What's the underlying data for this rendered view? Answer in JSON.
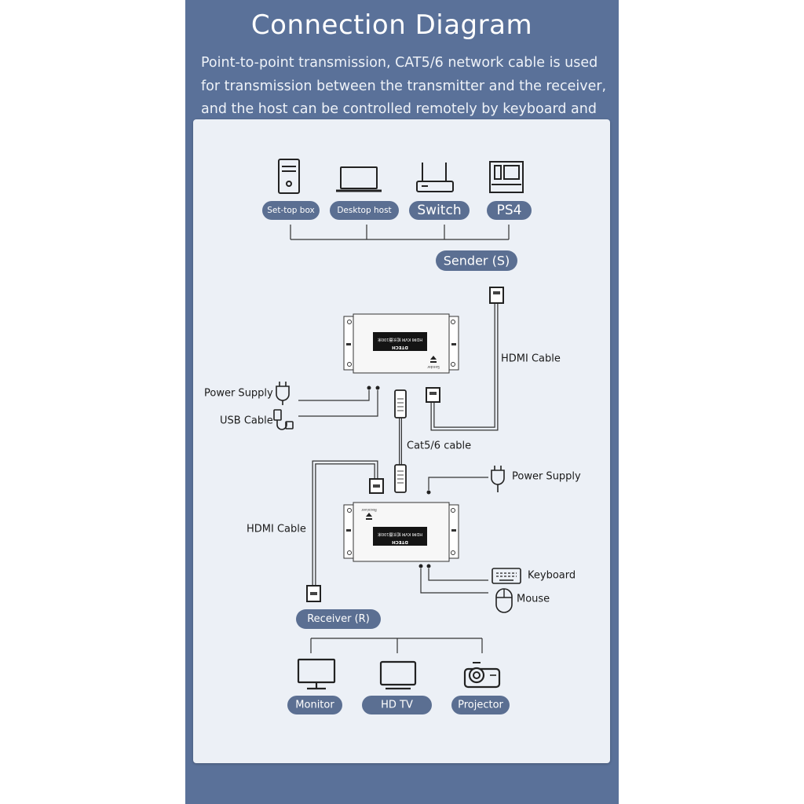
{
  "header": {
    "title": "Connection Diagram",
    "description": "Point-to-point transmission, CAT5/6 network cable is used for transmission between the transmitter and the receiver, and the host can be controlled remotely by keyboard and mouse"
  },
  "sources": [
    {
      "label": "Set-top box",
      "icon": "set-top-box-icon"
    },
    {
      "label": "Desktop host",
      "icon": "laptop-icon"
    },
    {
      "label": "Switch",
      "icon": "router-icon"
    },
    {
      "label": "PS4",
      "icon": "ps4-console-icon"
    }
  ],
  "sender_label": "Sender (S)",
  "receiver_label": "Receiver (R)",
  "device_screen_text": "HDMI KVM 延长器100米",
  "brand": "DTECH",
  "sender_unit_text": "Sender",
  "receiver_unit_text": "Receiver",
  "labels": {
    "hdmi_cable_top": "HDMI Cable",
    "hdmi_cable_bottom": "HDMI Cable",
    "power_supply_sender": "Power Supply",
    "usb_cable": "USB Cable",
    "cat_cable": "Cat5/6 cable",
    "power_supply_receiver": "Power Supply",
    "keyboard": "Keyboard",
    "mouse": "Mouse"
  },
  "outputs": [
    {
      "label": "Monitor",
      "icon": "monitor-icon"
    },
    {
      "label": "HD TV",
      "icon": "tv-icon"
    },
    {
      "label": "Projector",
      "icon": "projector-icon"
    }
  ],
  "colors": {
    "panel": "#5a7199",
    "pill": "#5b6f92",
    "card": "#ecf0f6"
  }
}
